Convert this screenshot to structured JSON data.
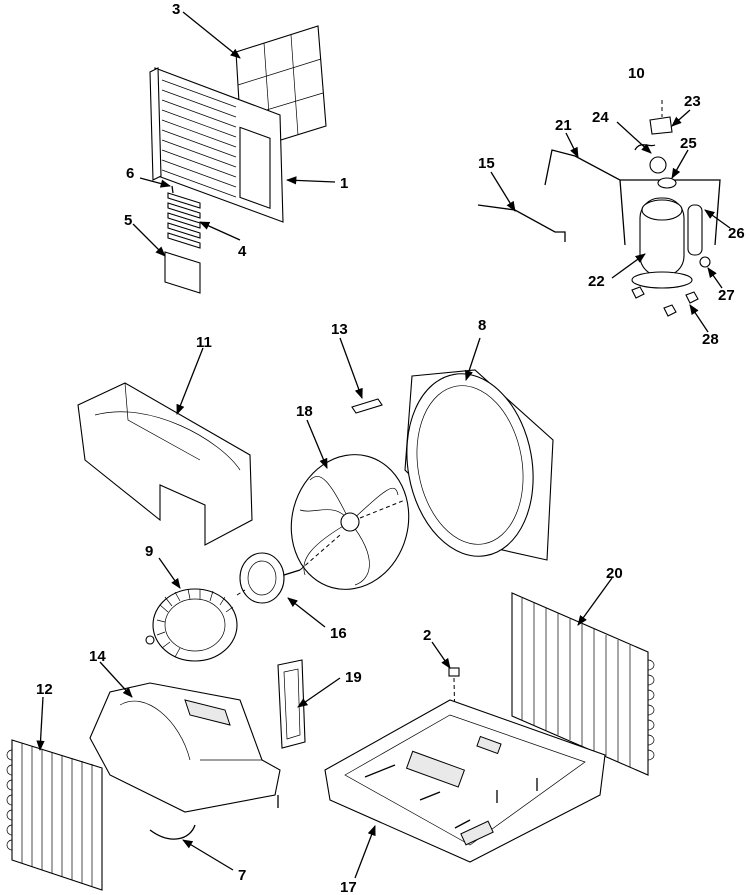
{
  "labels": {
    "p1": "1",
    "p2": "2",
    "p3": "3",
    "p4": "4",
    "p5": "5",
    "p6": "6",
    "p7": "7",
    "p8": "8",
    "p9": "9",
    "p10": "10",
    "p11": "11",
    "p12": "12",
    "p13": "13",
    "p14": "14",
    "p15": "15",
    "p16": "16",
    "p17": "17",
    "p18": "18",
    "p19": "19",
    "p20": "20",
    "p21": "21",
    "p22": "22",
    "p23": "23",
    "p24": "24",
    "p25": "25",
    "p26": "26",
    "p27": "27",
    "p28": "28"
  }
}
